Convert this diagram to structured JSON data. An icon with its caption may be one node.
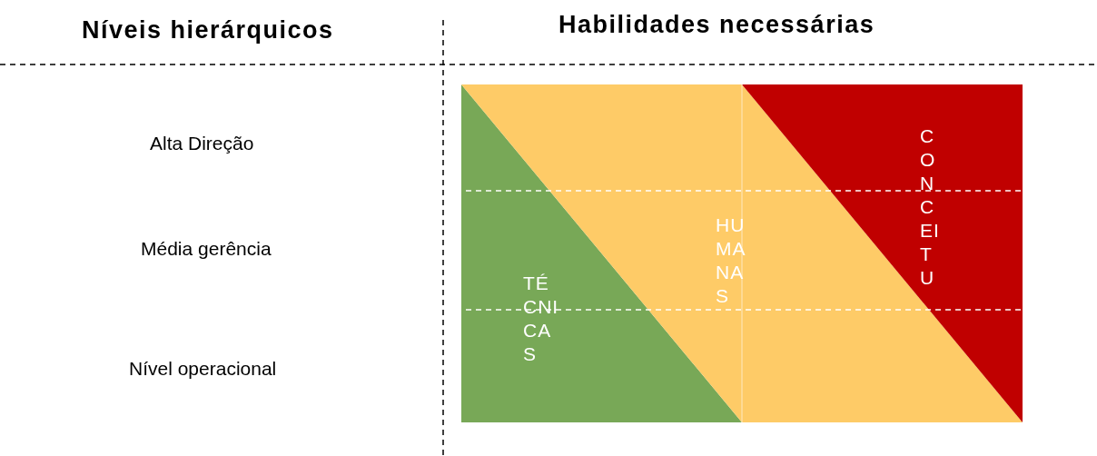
{
  "diagram": {
    "nodes": [
      {
        "text": [
          "TÉCNICAS"
        ]
      },
      {
        "text": [
          "HUMANAS"
        ]
      },
      {
        "text": [
          "CONCEITU"
        ]
      }
    ],
    "edges": [],
    "labels": [
      "Níveis hierárquicos",
      "Habilidades necessárias",
      "Alta Direção",
      "Média gerência",
      "Nível operacional"
    ]
  }
}
